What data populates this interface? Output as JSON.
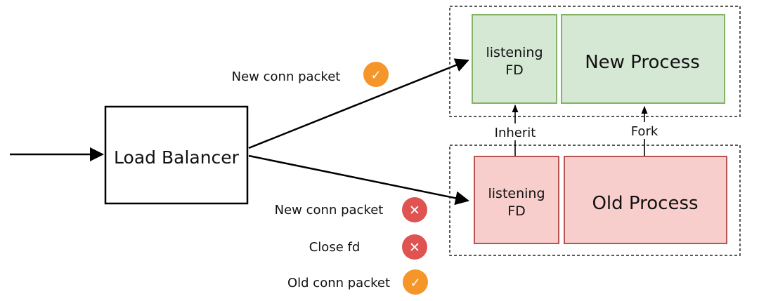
{
  "load_balancer": {
    "label": "Load Balancer"
  },
  "new_group": {
    "listening_fd": {
      "line1": "listening",
      "line2": "FD"
    },
    "process_label": "New Process"
  },
  "old_group": {
    "listening_fd": {
      "line1": "listening",
      "line2": "FD"
    },
    "process_label": "Old Process"
  },
  "relations": {
    "inherit": "Inherit",
    "fork": "Fork"
  },
  "annotations": {
    "new_conn_to_new": {
      "text": "New conn packet",
      "status": "check-icon"
    },
    "new_conn_to_old": {
      "text": "New conn packet",
      "status": "cross-icon"
    },
    "close_fd": {
      "text": "Close fd",
      "status": "cross-icon"
    },
    "old_conn": {
      "text": "Old conn packet",
      "status": "check-icon"
    }
  },
  "colors": {
    "new_fill": "#d5e8d4",
    "new_stroke": "#82b366",
    "old_fill": "#f8cecc",
    "old_stroke": "#b85450",
    "check": "#f5962a",
    "cross": "#df5351"
  }
}
